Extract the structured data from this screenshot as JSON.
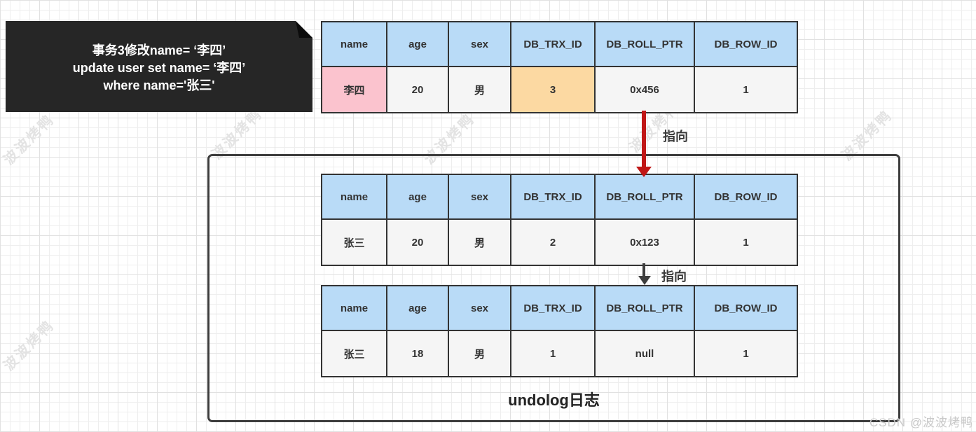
{
  "note_box": {
    "line1": "事务3修改name= ‘李四’",
    "line2": "update user set name= ‘李四’",
    "line3": "where name='张三'"
  },
  "table_headers": [
    "name",
    "age",
    "sex",
    "DB_TRX_ID",
    "DB_ROLL_PTR",
    "DB_ROW_ID"
  ],
  "current_row": [
    "李四",
    "20",
    "男",
    "3",
    "0x456",
    "1"
  ],
  "undo_row1": [
    "张三",
    "20",
    "男",
    "2",
    "0x123",
    "1"
  ],
  "undo_row2": [
    "张三",
    "18",
    "男",
    "1",
    "null",
    "1"
  ],
  "pointer_label_1": "指向",
  "pointer_label_2": "指向",
  "undolog_title": "undolog日志",
  "watermark": "波波烤鸭",
  "footer": "CSDN @波波烤鸭",
  "colors": {
    "header_bg": "#b9dbf7",
    "cell_bg": "#f5f5f5",
    "highlight_pink": "#fbc3ce",
    "highlight_orange": "#fcd9a2",
    "arrow_red": "#c01616",
    "arrow_dark": "#3d3d3d",
    "note_bg": "#262626",
    "table_border": "#333333"
  }
}
